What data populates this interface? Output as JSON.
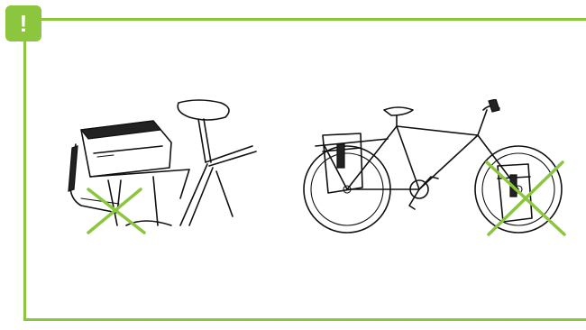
{
  "badge": {
    "symbol": "!"
  },
  "colors": {
    "accent": "#8cc63f",
    "ink": "#111111"
  },
  "illustrations": [
    {
      "id": "rack-trunk-bag",
      "icon": "rack-bag-with-hanging-side-pocket-illustration",
      "crossed_out": true
    },
    {
      "id": "bike-pannier-front",
      "icon": "bicycle-with-rear-and-front-pannier-illustration",
      "crossed_out": true
    }
  ]
}
